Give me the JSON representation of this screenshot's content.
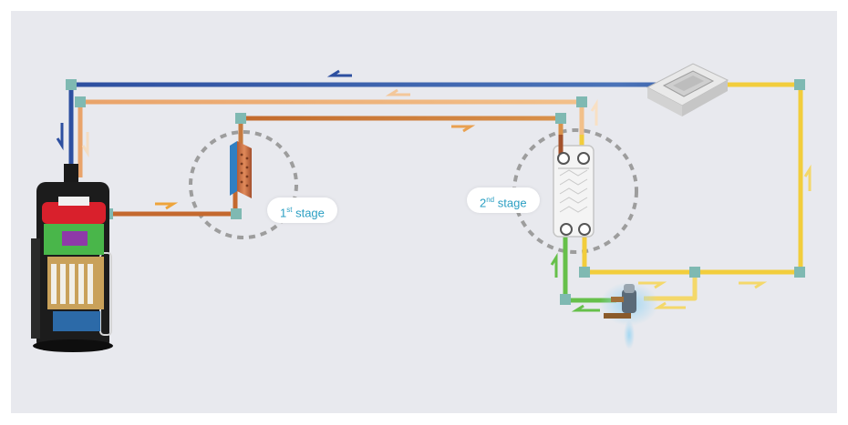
{
  "stages": [
    {
      "number": "1",
      "suffix": "st",
      "word": "stage"
    },
    {
      "number": "2",
      "suffix": "nd",
      "word": "stage"
    }
  ],
  "colors": {
    "panel": "#e8e9ee",
    "suction": "#2d4fa0",
    "discharge": "#e79a5a",
    "hot_gas": "#c8722e",
    "liquid": "#f2cd3c",
    "expansion": "#66c04a",
    "joint": "#7fb9b2",
    "stage_text": "#2b9fc3"
  },
  "components": [
    "compressor",
    "first-stage-heat-exchanger",
    "plate-heat-exchanger",
    "cassette-indoor-unit",
    "expansion-valve"
  ]
}
